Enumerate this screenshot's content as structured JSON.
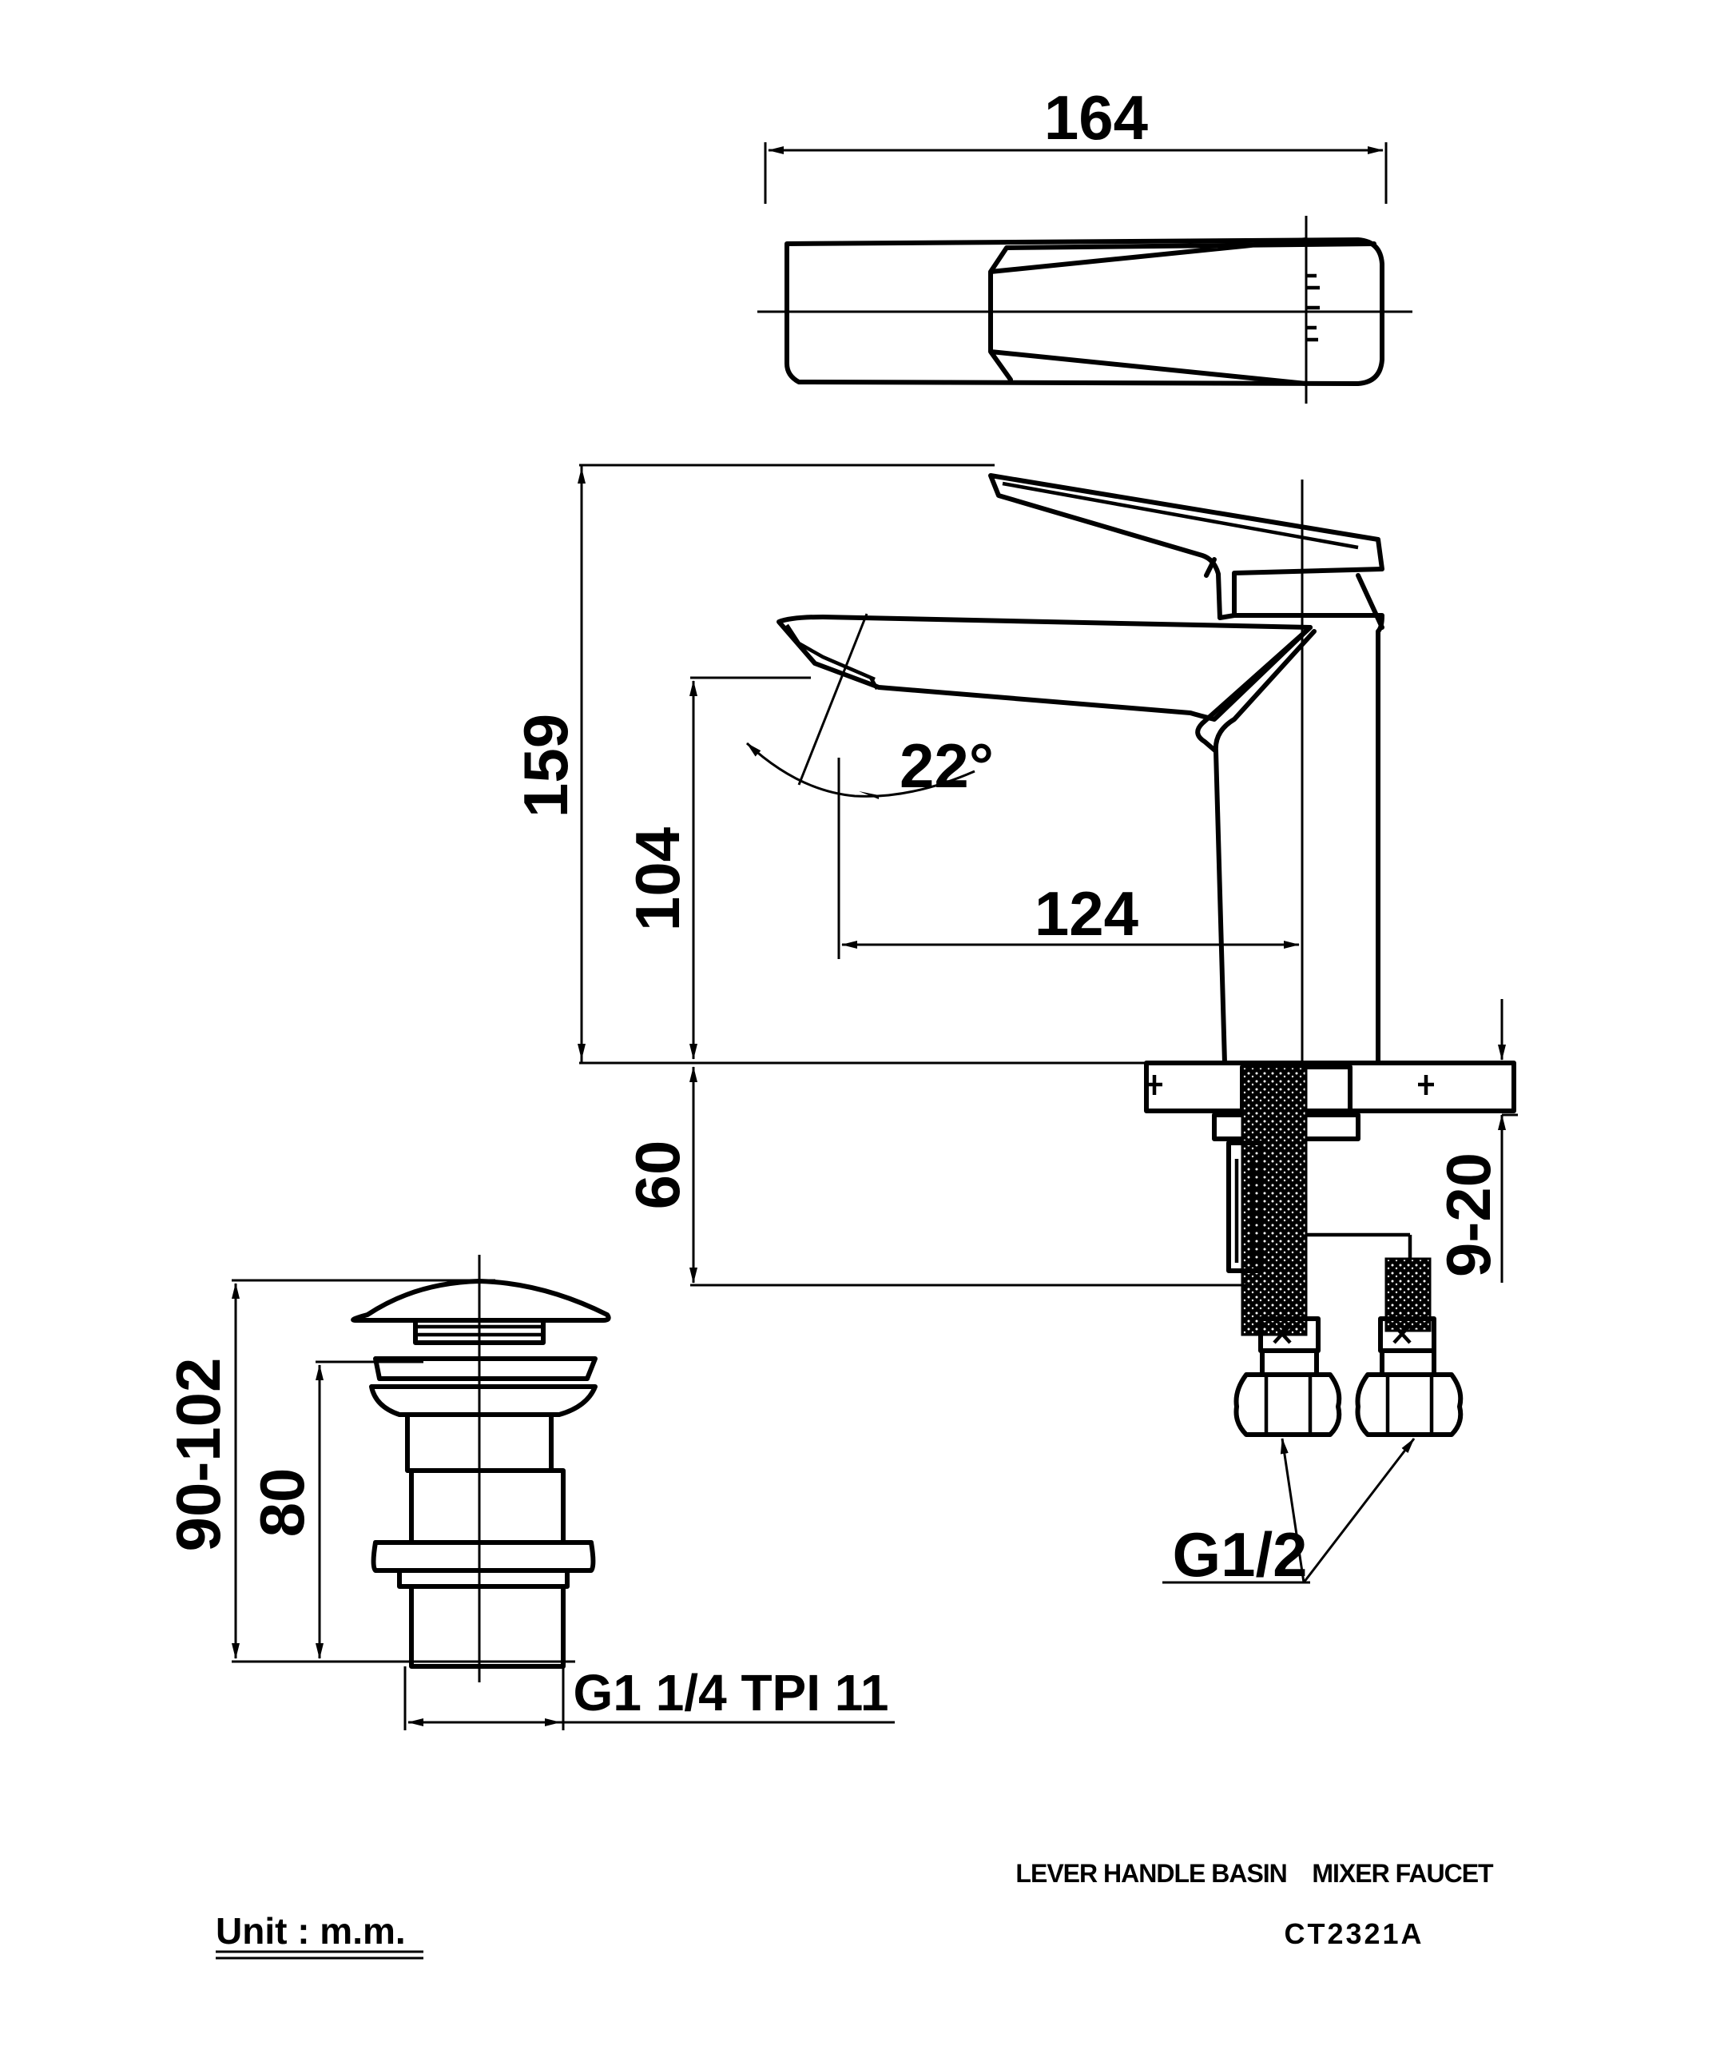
{
  "dimensions": {
    "spout_top_width": "164",
    "total_height": "159",
    "spout_height": "104",
    "spout_reach": "124",
    "spout_angle": "22°",
    "below_deck": "60",
    "deck_thickness": "9-20",
    "popup_height_range": "90-102",
    "popup_body_height": "80",
    "popup_thread": "G1 1/4 TPI 11",
    "inlet_thread": "G1/2"
  },
  "notes": {
    "unit": "Unit : m.m.",
    "product_name": "LEVER HANDLE BASIN    MIXER FAUCET",
    "model": "CT2321A"
  }
}
